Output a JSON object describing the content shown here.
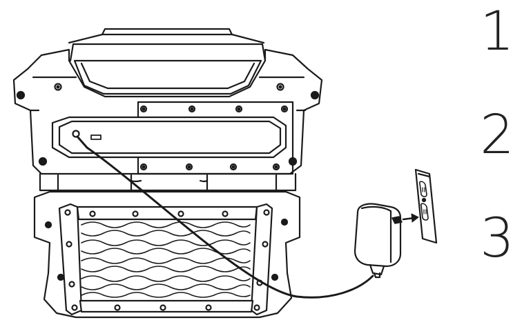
{
  "steps": [
    "1",
    "2",
    "3"
  ],
  "colors": {
    "line": "#1a1a1a",
    "fill": "#ffffff",
    "bg": "#ffffff"
  },
  "components": {
    "speaker": "speaker-unit-rear-view",
    "dc_input": "dc-input-jack",
    "usb_port": "usb-port",
    "adapter": "ac-power-adapter",
    "outlet": "wall-outlet",
    "cable": "power-cable"
  }
}
